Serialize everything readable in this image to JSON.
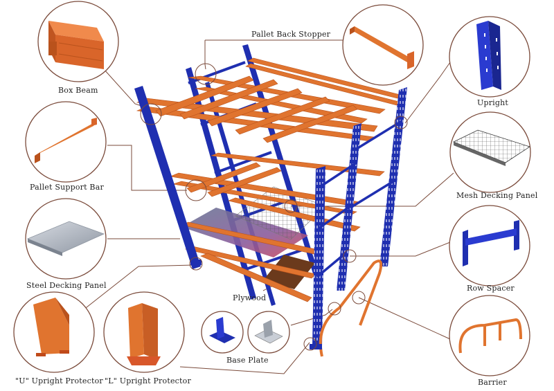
{
  "colors": {
    "upright_blue": "#1f2fb0",
    "beam_orange": "#e0742f",
    "circle_border": "#7a4a3a",
    "leader_line": "#7a4a3a",
    "panel_grey": "#b9c0c8"
  },
  "labels": {
    "box_beam": "Box Beam",
    "pallet_back_stopper": "Pallet Back Stopper",
    "upright": "Upright",
    "pallet_support_bar": "Pallet Support Bar",
    "mesh_decking_panel": "Mesh Decking Panel",
    "steel_decking_panel": "Steel Decking Panel",
    "row_spacer": "Row Spacer",
    "plywood": "Plywood",
    "base_plate": "Base Plate",
    "u_upright_protector": "\"U\" Upright Protector",
    "l_upright_protector": "\"L\" Upright Protector",
    "barrier": "Barrier"
  }
}
